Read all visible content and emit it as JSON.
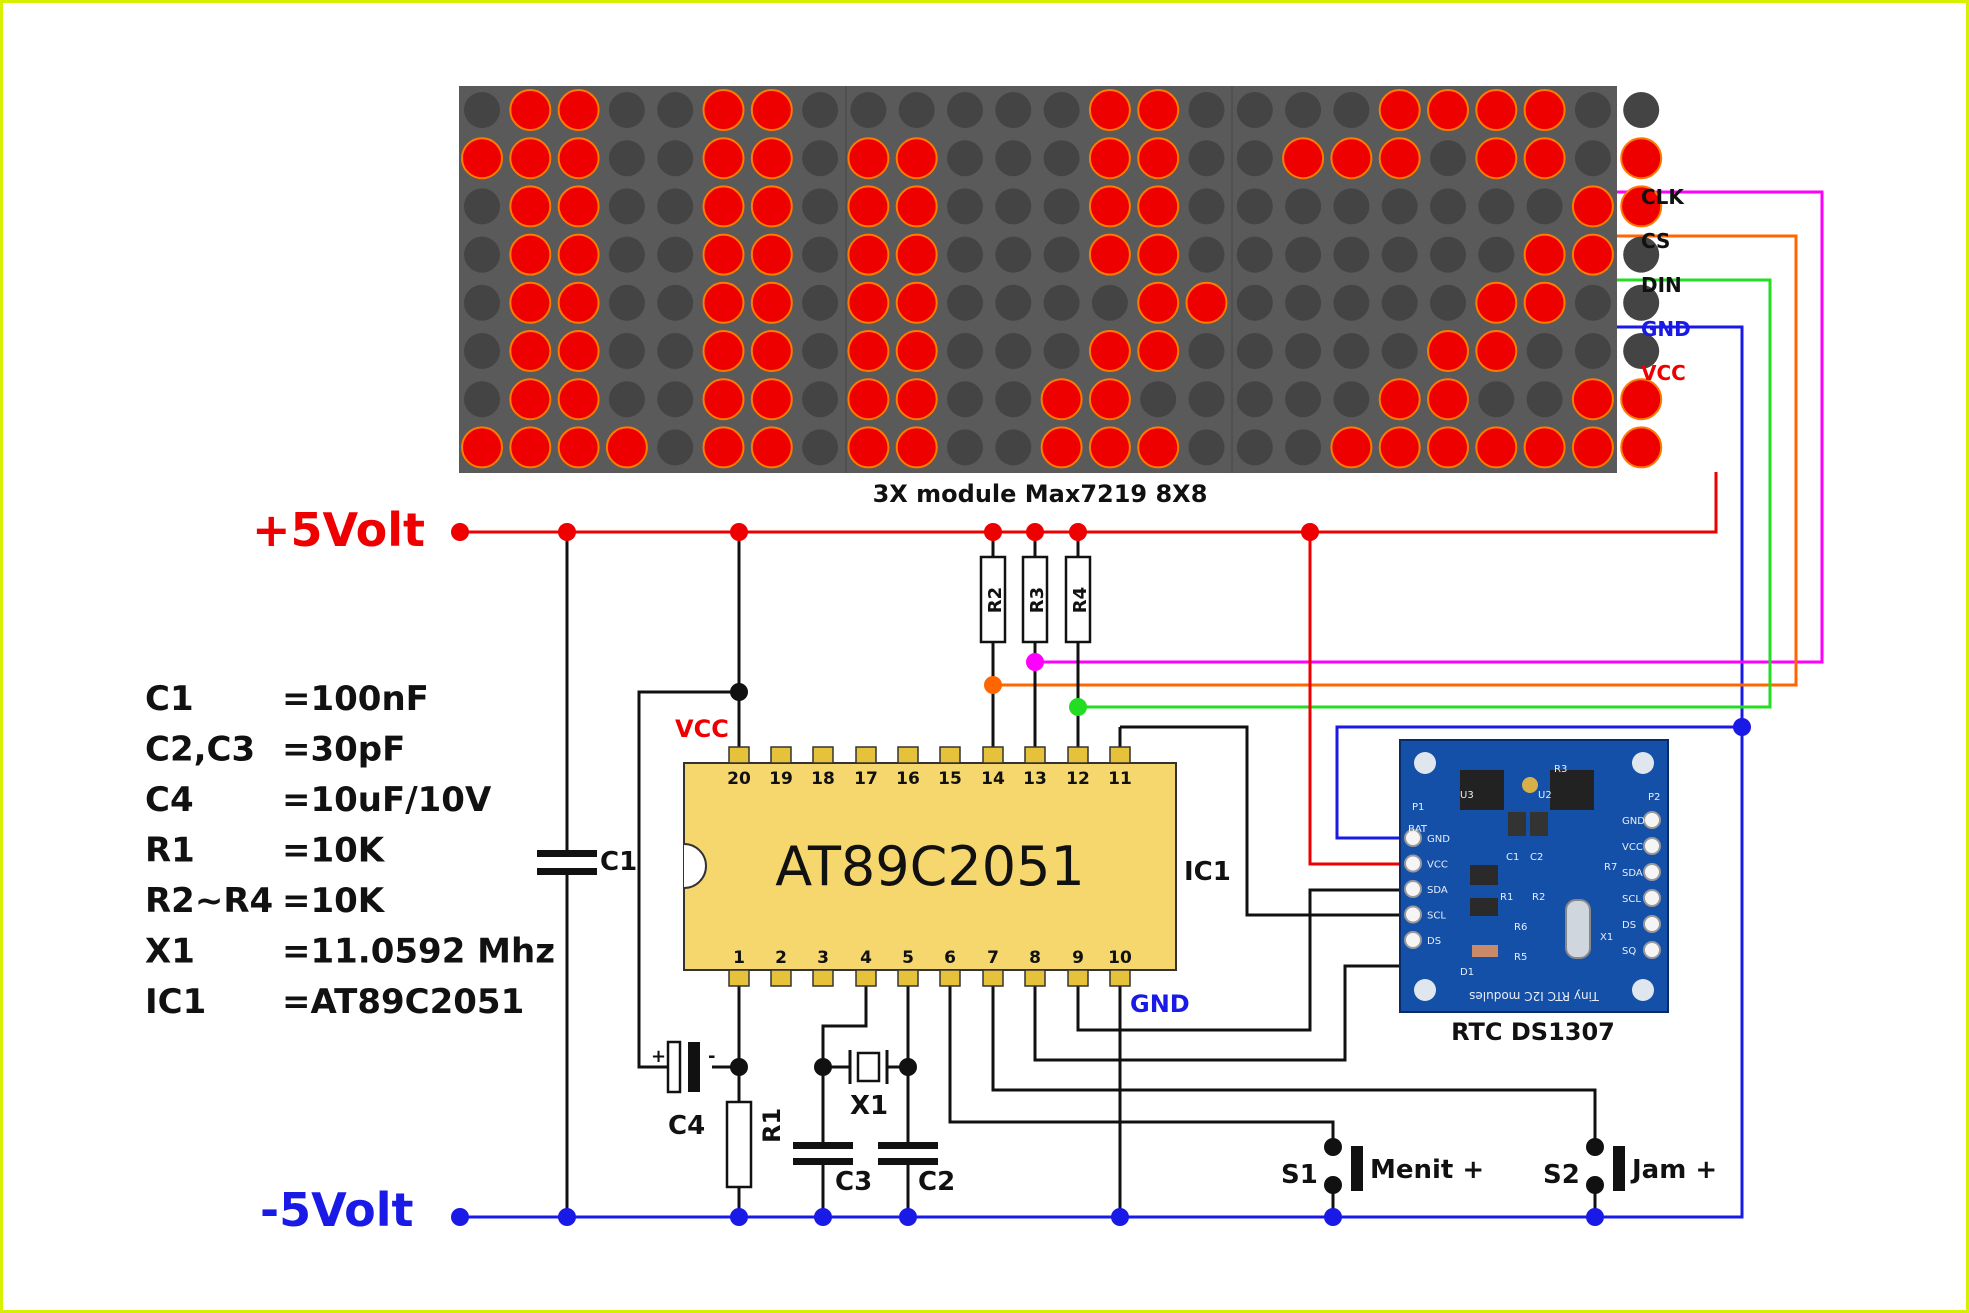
{
  "colors": {
    "supply_positive": "#ee0000",
    "supply_negative": "#1a1ae6",
    "wire_clk": "#ff00ff",
    "wire_cs": "#ff6600",
    "wire_din": "#22dd22",
    "wire_gnd": "#1a1ae6",
    "wire_vcc": "#ee0000",
    "ic_body": "#f5d76e",
    "ic_pin": "#e6c23a",
    "led_on": "#ee0000",
    "led_off": "#444444",
    "matrix_bg": "#5a5a5a",
    "frame": "#d6f000"
  },
  "matrix": {
    "caption": "3X module Max7219  8X8",
    "rows": [
      "0110011000000110000111100",
      "1110011011000110011101101",
      "0110011011000110000000011",
      "0110011011000110000000110",
      "0110011011000011000001100",
      "0110011011000110000011000",
      "0110011011001100000110011",
      "1111011011001110001111111"
    ],
    "connector_labels": [
      "CLK",
      "CS",
      "DIN",
      "GND",
      "VCC"
    ]
  },
  "rails": {
    "positive_label": "+5Volt",
    "negative_label": "-5Volt"
  },
  "ic": {
    "name": "AT89C2051",
    "designator": "IC1",
    "vcc_label": "VCC",
    "gnd_label": "GND",
    "top_pins": [
      "20",
      "19",
      "18",
      "17",
      "16",
      "15",
      "14",
      "13",
      "12",
      "11"
    ],
    "bottom_pins": [
      "1",
      "2",
      "3",
      "4",
      "5",
      "6",
      "7",
      "8",
      "9",
      "10"
    ]
  },
  "resistors": [
    "R2",
    "R3",
    "R4"
  ],
  "components": {
    "c1": "C1",
    "c2": "C2",
    "c3": "C3",
    "c4": "C4",
    "r1": "R1",
    "x1": "X1",
    "c4_plus": "+",
    "c4_minus": "-"
  },
  "parts_list": [
    {
      "ref": "C1",
      "value": "=100nF"
    },
    {
      "ref": "C2,C3",
      "value": "=30pF"
    },
    {
      "ref": "C4",
      "value": "=10uF/10V"
    },
    {
      "ref": "R1",
      "value": "=10K"
    },
    {
      "ref": "R2~R4",
      "value": "=10K"
    },
    {
      "ref": "X1",
      "value": "=11.0592 Mhz"
    },
    {
      "ref": "IC1",
      "value": "=AT89C2051"
    }
  ],
  "rtc": {
    "caption": "RTC DS1307",
    "left_pins": [
      "GND",
      "VCC",
      "SDA",
      "SCL",
      "DS"
    ],
    "board_text": "Tiny RTC I2C modules",
    "chip_labels": [
      "U3",
      "U2",
      "R3",
      "C1",
      "C2",
      "R1",
      "R2",
      "R7",
      "R6",
      "R5",
      "D1",
      "X1",
      "P1"
    ],
    "side_labels": [
      "BAT",
      "P2"
    ],
    "right_pins": [
      "GND",
      "VCC",
      "SDA",
      "SCL",
      "DS",
      "SQ"
    ]
  },
  "switches": [
    {
      "ref": "S1",
      "label": "Menit +"
    },
    {
      "ref": "S2",
      "label": "Jam +"
    }
  ]
}
